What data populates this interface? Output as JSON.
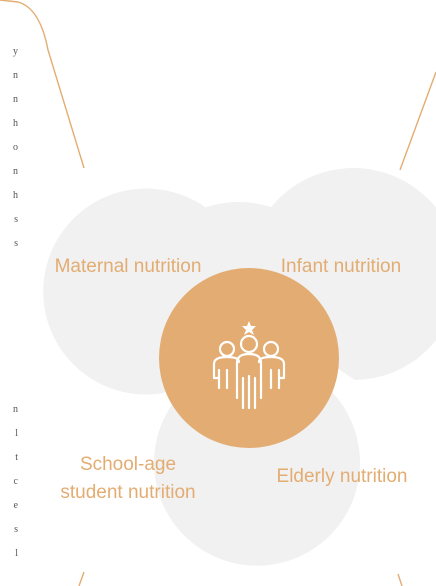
{
  "diagram": {
    "center_icon": "group-of-people-with-star-icon",
    "labels": {
      "maternal": "Maternal nutrition",
      "infant": "Infant nutrition",
      "school_line1": "School-age",
      "school_line2": "student nutrition",
      "elderly": "Elderly nutrition"
    }
  },
  "colors": {
    "accent": "#e3ac72",
    "petal": "#f1f1f1",
    "center": "#e3ac72"
  },
  "side_text_top": [
    "y",
    "n",
    "n",
    "h",
    "o",
    "n",
    "h",
    "s",
    "s"
  ],
  "side_text_bottom": [
    "n",
    "l",
    "t",
    "c",
    "e",
    "s",
    "l"
  ]
}
